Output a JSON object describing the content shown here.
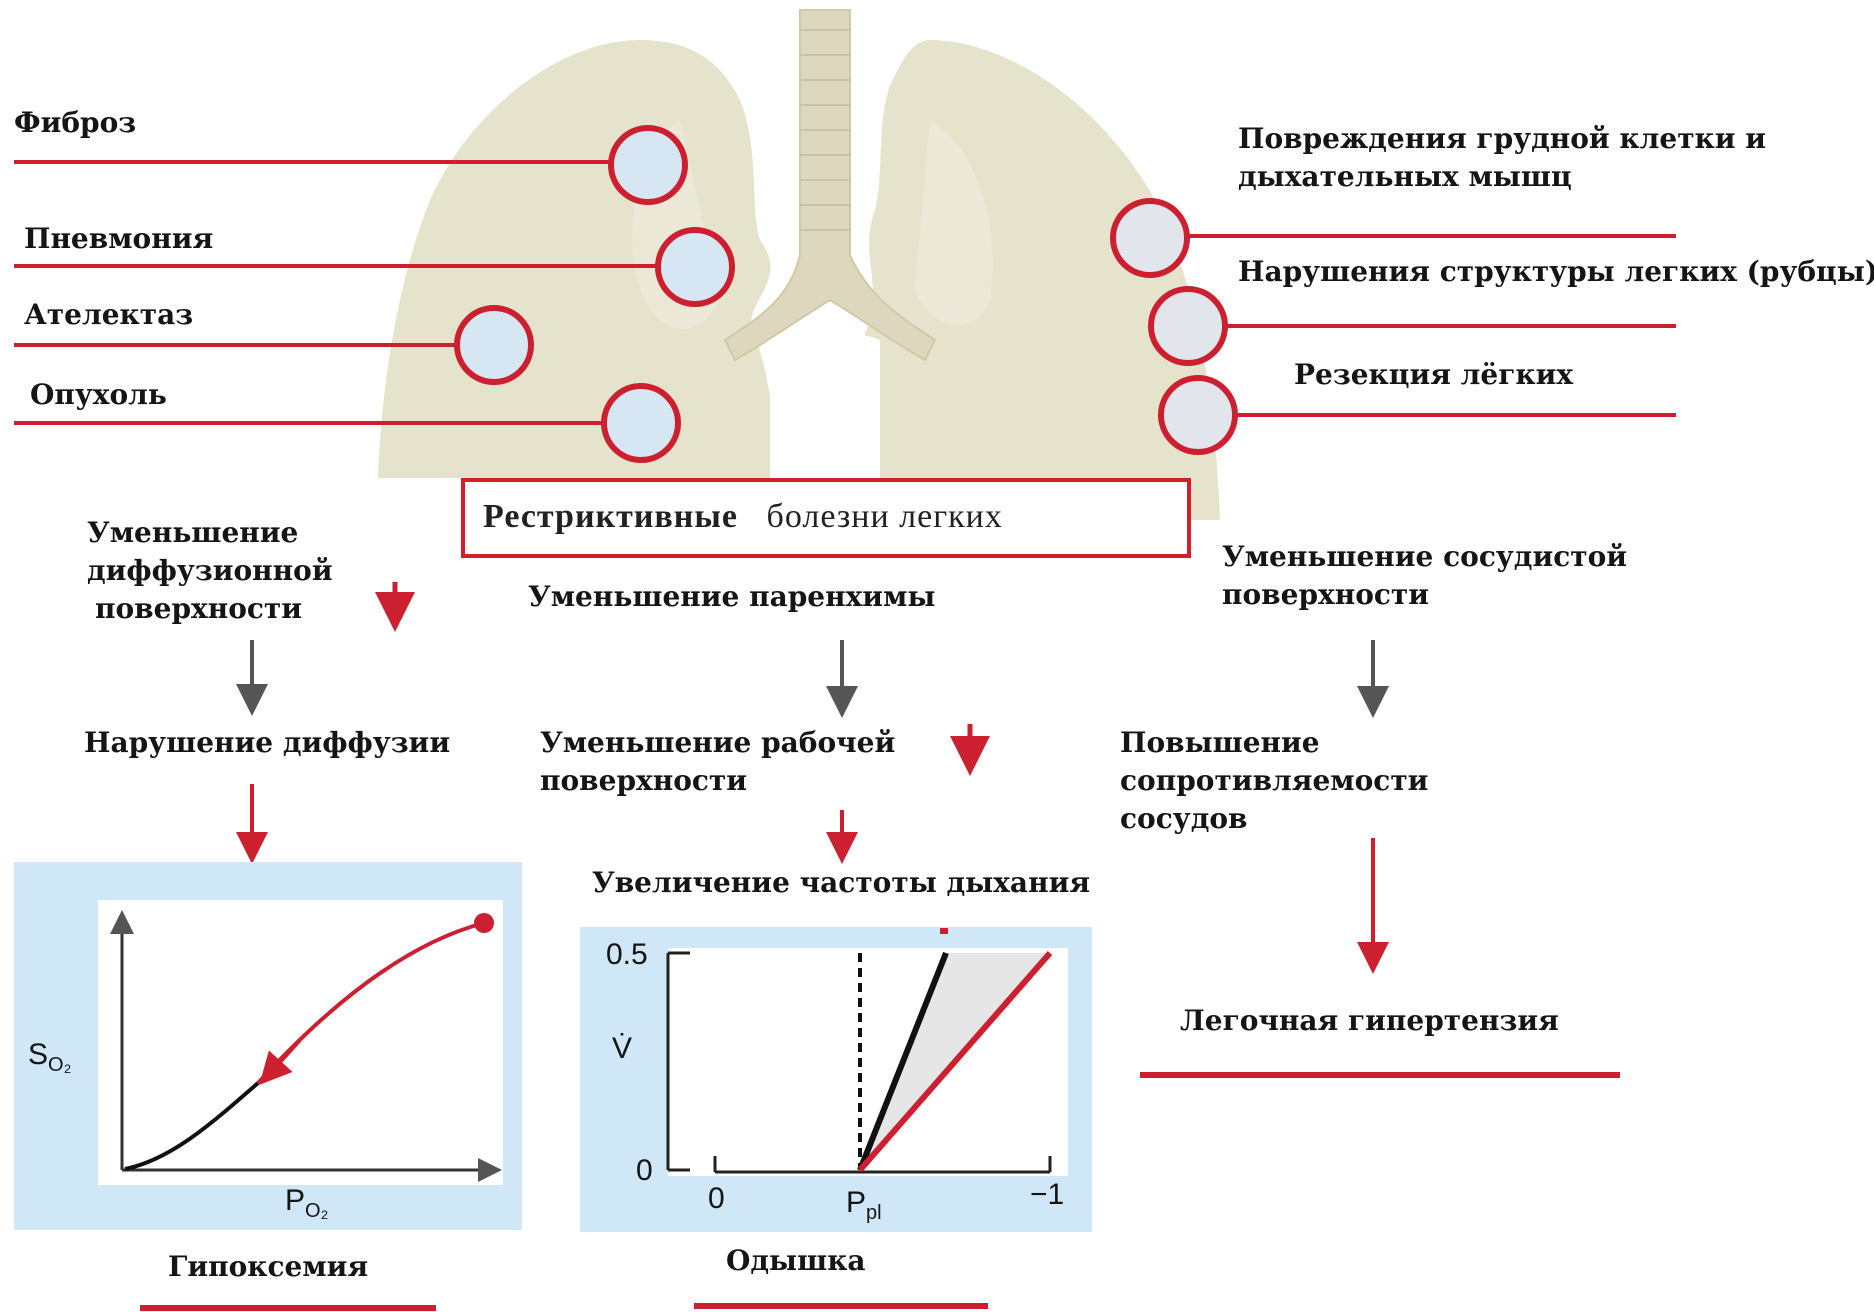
{
  "title": {
    "word1": "Рестриктивные",
    "word2": "болезни легких"
  },
  "causes_left": [
    "Фиброз",
    "Пневмония",
    "Ателектаз",
    "Опухоль"
  ],
  "causes_right": [
    "Повреждения грудной клетки и",
    "дыхательных мышц",
    "Нарушения структуры легких (рубцы)",
    "Резекция лёгких"
  ],
  "left_branch": {
    "head": [
      "Уменьшение",
      "диффузионной",
      "поверхности"
    ],
    "step": "Нарушение диффузии",
    "result": "Гипоксемия"
  },
  "middle_branch": {
    "head": "Уменьшение паренхимы",
    "step": [
      "Уменьшение рабочей",
      "поверхности"
    ],
    "step2": "Увеличение частоты дыхания",
    "result": "Одышка"
  },
  "right_branch": {
    "head": [
      "Уменьшение сосудистой",
      "поверхности"
    ],
    "step": [
      "Повышение",
      "сопротивляемости",
      "сосудов"
    ],
    "result": "Легочная гипертензия"
  },
  "graph_left": {
    "ylabel": "S",
    "ylabel_sub": "O₂",
    "xlabel": "P",
    "xlabel_sub": "O₂"
  },
  "graph_mid": {
    "ylabel": "V̇",
    "xlabel": "P",
    "xlabel_sub": "pl",
    "y_ticks": [
      "0.5",
      "0"
    ],
    "x_ticks": [
      "0",
      "−1"
    ]
  },
  "colors": {
    "accent": "#d11f2c",
    "panel": "#cde8f7",
    "lung": "#e8e4cf"
  }
}
